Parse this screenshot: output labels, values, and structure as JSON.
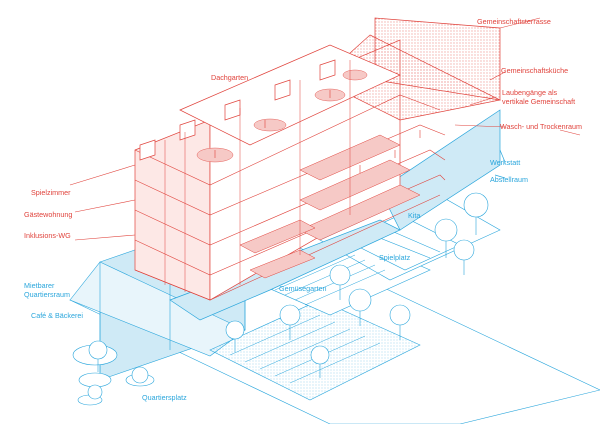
{
  "colors": {
    "red": "#e0433c",
    "blue": "#2aa6dc",
    "red_fill": "#f6c9c6",
    "blue_fill": "#cfeaf6"
  },
  "labels": {
    "gemeinschaftsterrasse": "Gemeinschaftsterrasse",
    "gemeinschaftskueche": "Gemeinschaftsküche",
    "laubengaenge_1": "Laubengänge als",
    "laubengaenge_2": "vertikale Gemeinschaft",
    "wasch": "Wasch- und Trockenraum",
    "dachgarten": "Dachgarten",
    "spielzimmer": "Spielzimmer",
    "gaestewohnung": "Gästewohnung",
    "inklusions_wg": "Inklusions-WG",
    "werkstatt": "Werkstatt",
    "abstellraum": "Abstellraum",
    "kita": "Kita",
    "spielplatz": "Spielplatz",
    "gemuesegarten": "Gemüsegarten",
    "mietbarer_1": "Mietbarer",
    "mietbarer_2": "Quartiersraum",
    "cafe": "Café & Bäckerei",
    "quartiersplatz": "Quartiersplatz"
  }
}
